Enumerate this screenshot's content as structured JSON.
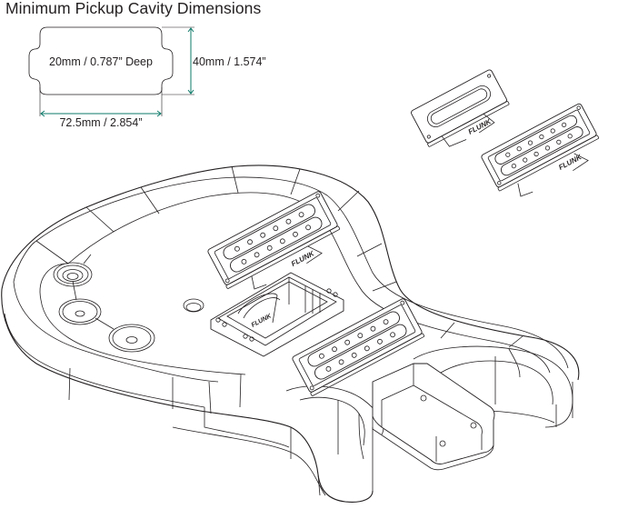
{
  "title": "Minimum Pickup Cavity Dimensions",
  "cavity": {
    "depth_label": "20mm / 0.787” Deep",
    "height_label": "40mm / 1.574”",
    "width_label": "72.5mm / 2.854”"
  },
  "brand": "FLUNK",
  "colors": {
    "line": "#231f20",
    "dimension_arrow": "#0e7a6a",
    "background": "#ffffff"
  }
}
